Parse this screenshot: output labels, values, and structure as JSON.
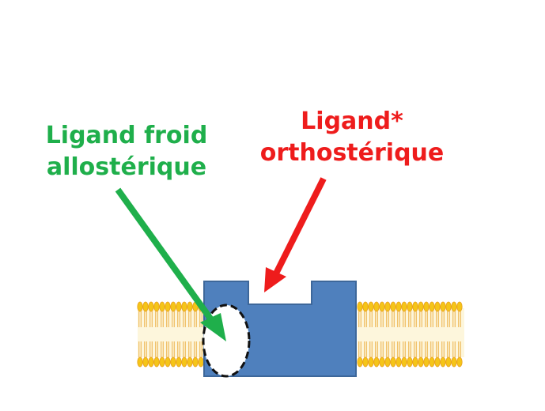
{
  "labels": {
    "allosteric_line1": "Ligand froid",
    "allosteric_line2": "allostérique",
    "orthosteric_line1": "Ligand*",
    "orthosteric_line2": "orthostérique"
  },
  "colors": {
    "allosteric": "#1faf4b",
    "orthosteric": "#ee1c1c",
    "receptor_fill": "#4f80bd",
    "receptor_stroke": "#3d679a",
    "lipid_head": "#f5c518",
    "lipid_tail": "#e8a020"
  }
}
